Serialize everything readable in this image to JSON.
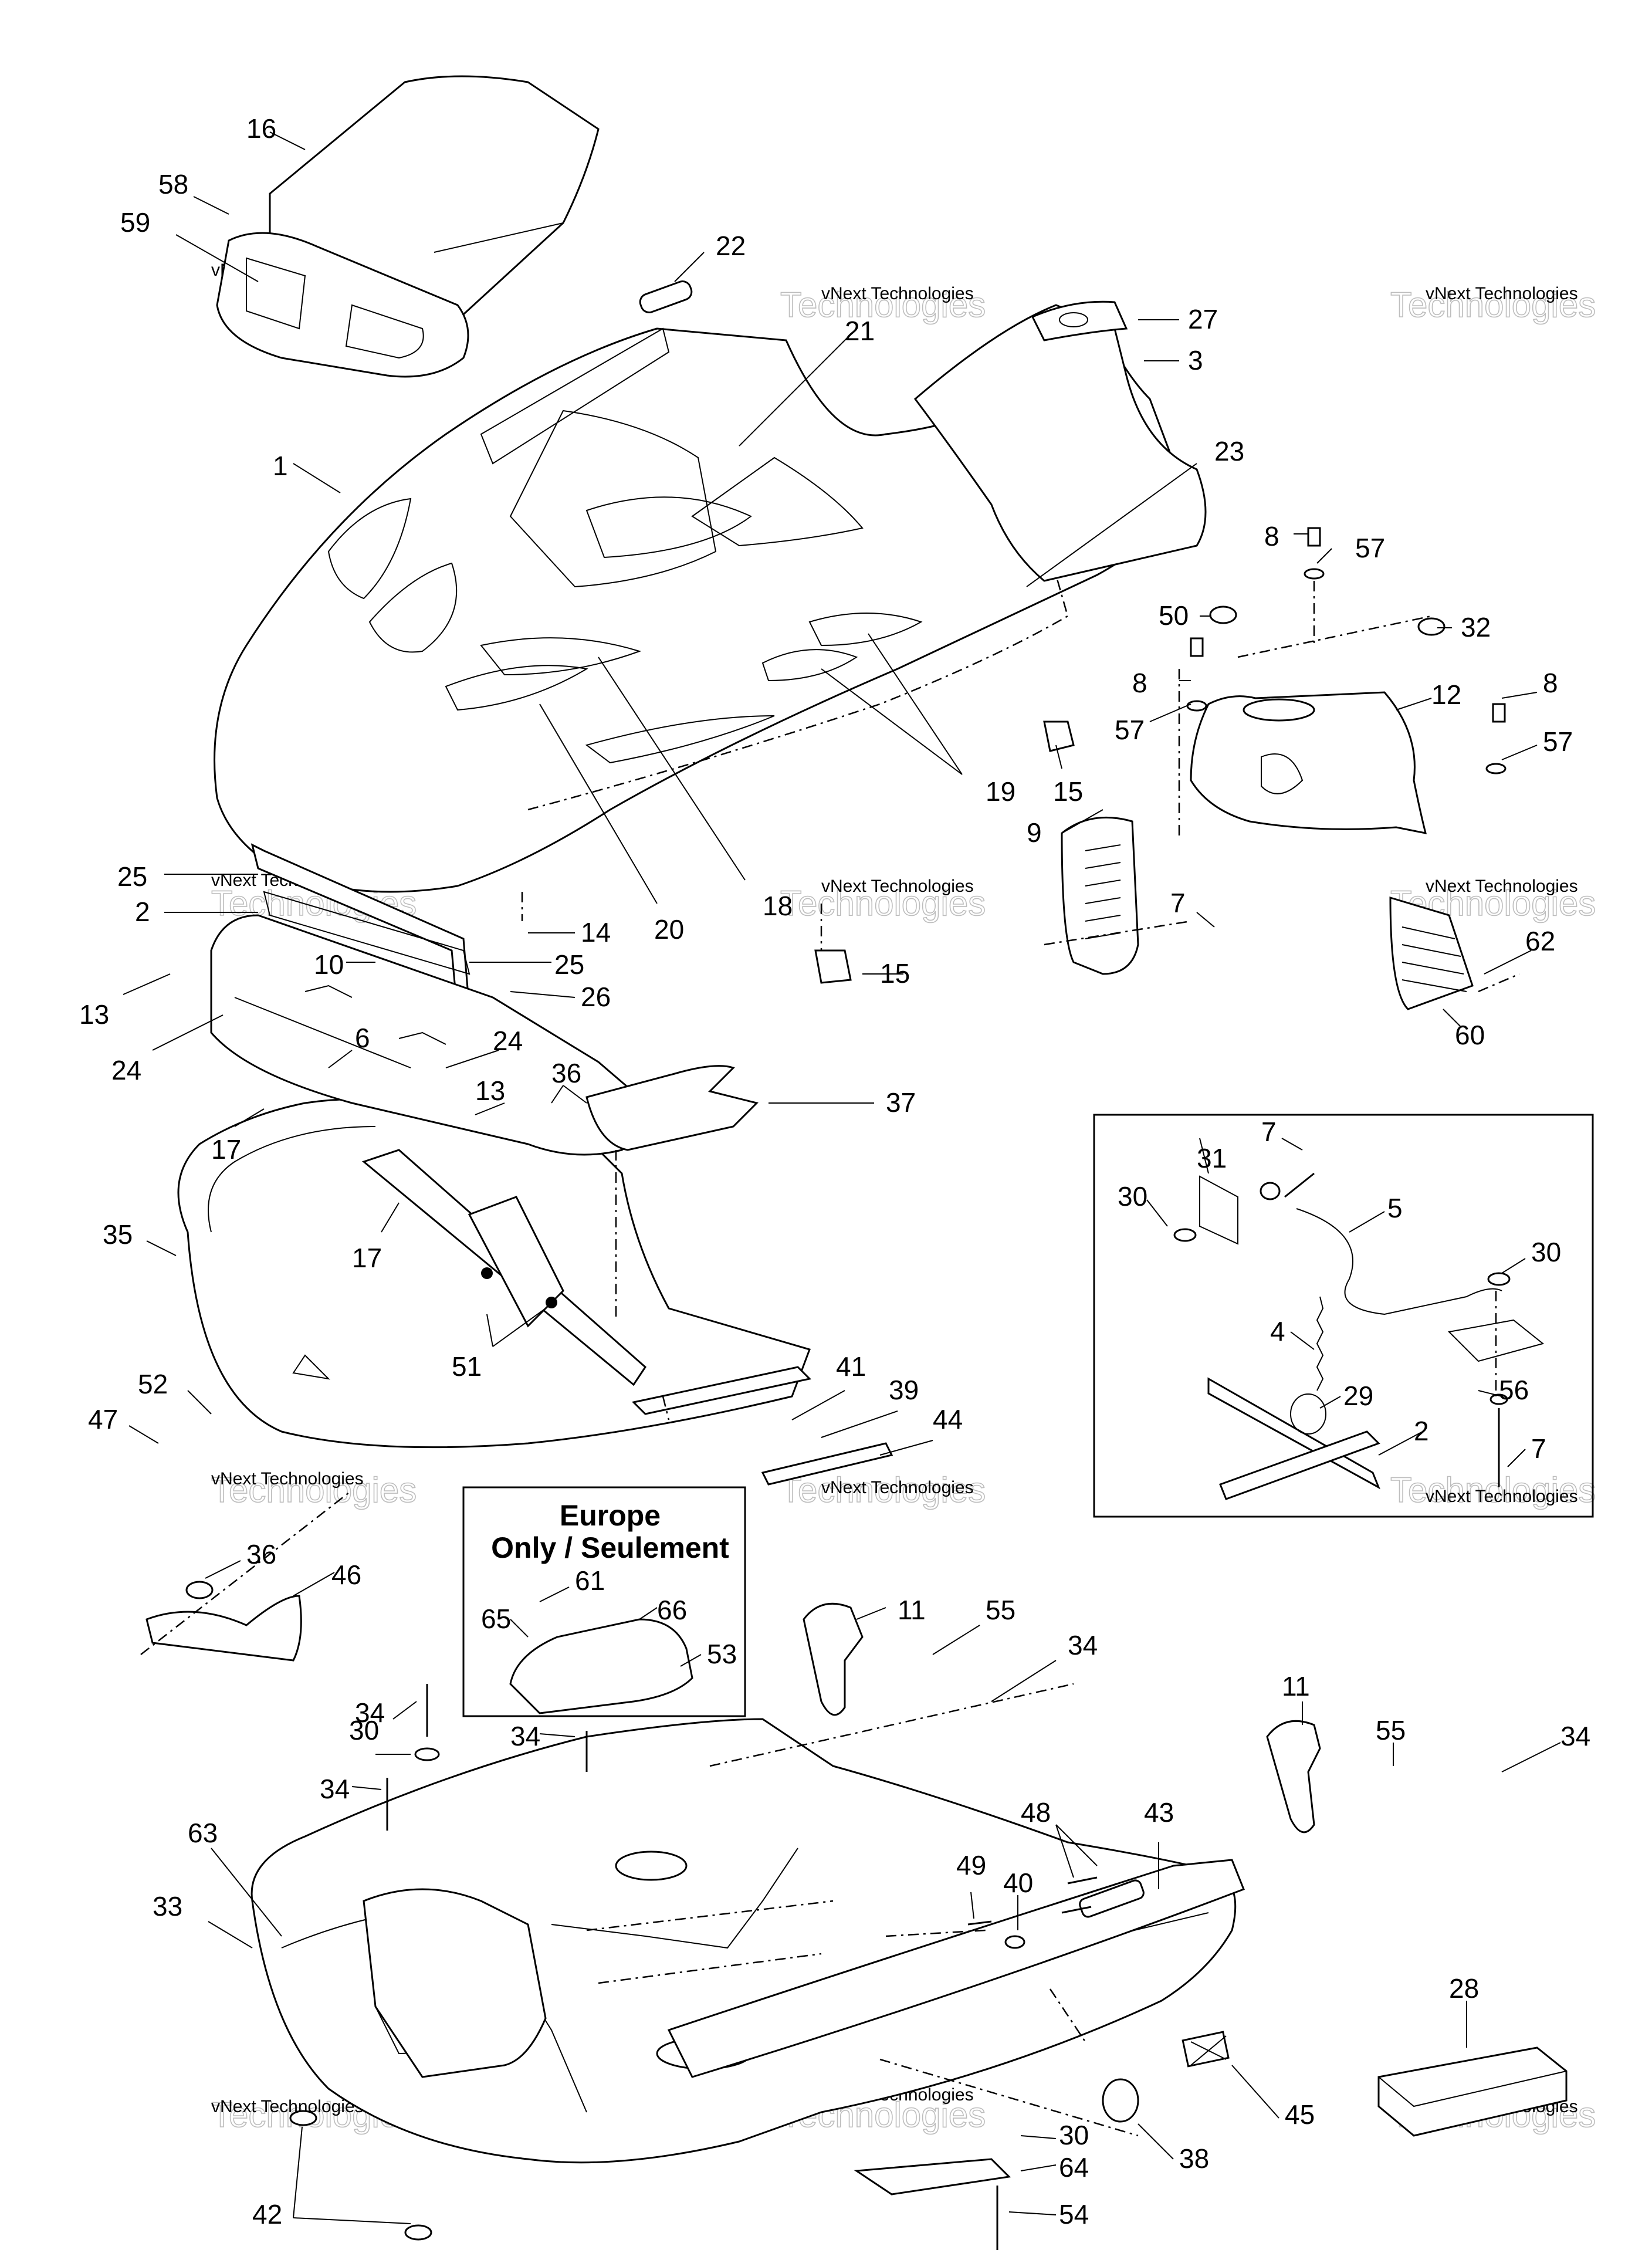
{
  "diagram": {
    "watermark_text_line1": "vNext",
    "watermark_text_line2": "Technologies",
    "watermark_small": "vNext Technologies",
    "note_box": {
      "title_line1": "Europe",
      "title_line2": "Only / Seulement"
    },
    "callouts": [
      "16",
      "58",
      "59",
      "22",
      "27",
      "3",
      "21",
      "1",
      "23",
      "8",
      "57",
      "50",
      "32",
      "8",
      "57",
      "12",
      "8",
      "57",
      "19",
      "15",
      "9",
      "7",
      "62",
      "60",
      "25",
      "2",
      "18",
      "20",
      "14",
      "25",
      "26",
      "10",
      "13",
      "24",
      "6",
      "24",
      "13",
      "17",
      "36",
      "37",
      "15",
      "17",
      "35",
      "51",
      "52",
      "47",
      "41",
      "39",
      "44",
      "7",
      "31",
      "30",
      "5",
      "30",
      "4",
      "29",
      "56",
      "2",
      "7",
      "36",
      "46",
      "61",
      "65",
      "66",
      "53",
      "11",
      "55",
      "34",
      "34",
      "30",
      "34",
      "34",
      "11",
      "55",
      "34",
      "48",
      "43",
      "49",
      "40",
      "63",
      "33",
      "28",
      "42",
      "30",
      "64",
      "54",
      "38",
      "45"
    ]
  }
}
